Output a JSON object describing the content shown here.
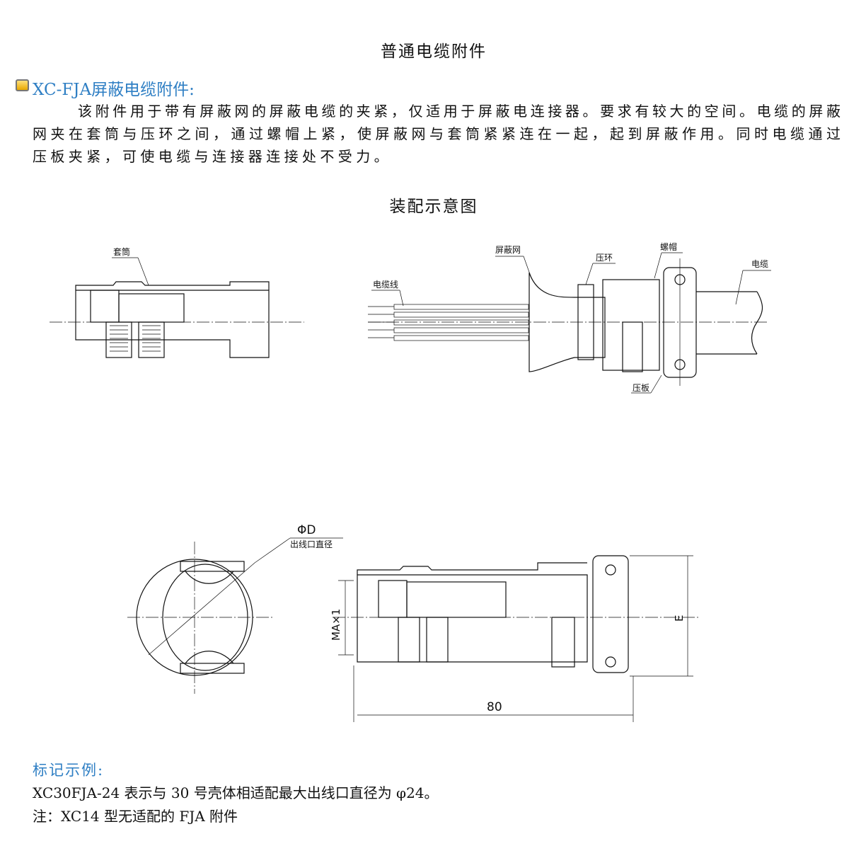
{
  "page_title": "普通电缆附件",
  "section": {
    "icon": "folder-icon",
    "heading": "XC-FJA屏蔽电缆附件:",
    "lines": [
      "该附件用于带有屏蔽网的屏蔽电缆的夹紧，仅适用于屏蔽电连接器。要求有较大的空间。电缆的屏蔽",
      "网夹在套筒与压环之间，通过螺帽上紧，使屏蔽网与套筒紧紧连在一起，起到屏蔽作用。同时电缆通过",
      "压板夹紧，可使电缆与连接器连接处不受力。"
    ]
  },
  "diagram_title": "装配示意图",
  "labels": {
    "sleeve": "套筒",
    "shield": "屏蔽网",
    "wires": "电缆线",
    "ring": "压环",
    "nut": "螺帽",
    "cable": "电缆",
    "plate": "压板"
  },
  "dims": {
    "phiD": "ΦD",
    "outlet": "出线口直径",
    "thread": "MA×1",
    "E": "E",
    "length": "80"
  },
  "example": {
    "heading": "标记示例:",
    "line1": "XC30FJA-24 表示与 30 号壳体相适配最大出线口直径为 φ24。",
    "line2": "注：XC14 型无适配的 FJA 附件"
  },
  "colors": {
    "heading": "#2f7fc4"
  }
}
